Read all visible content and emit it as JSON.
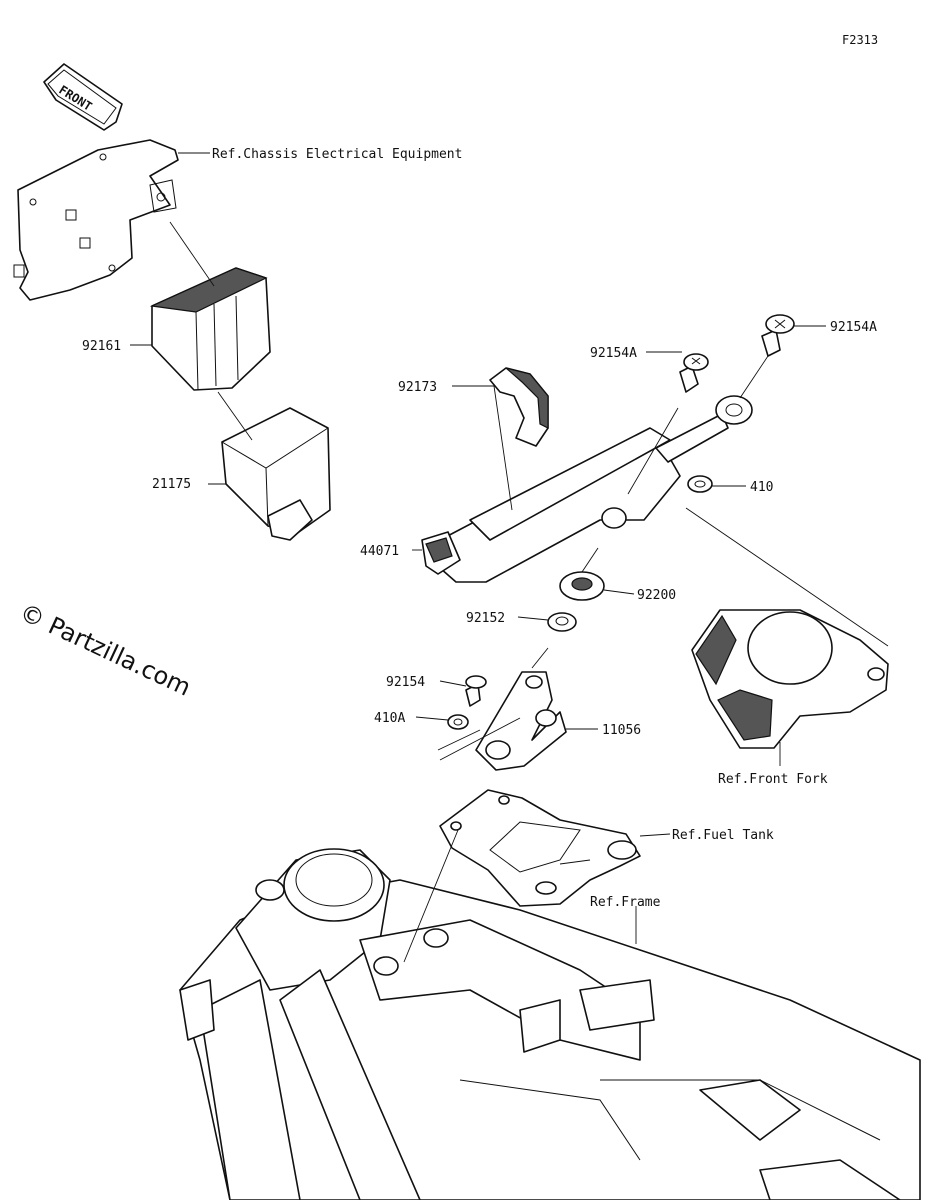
{
  "figure_id": "F2313",
  "front_arrow": {
    "text": "FRONT"
  },
  "watermark": "© Partzilla.com",
  "parts": [
    {
      "key": "p92161",
      "number": "92161"
    },
    {
      "key": "p21175",
      "number": "21175"
    },
    {
      "key": "p92173",
      "number": "92173"
    },
    {
      "key": "p44071",
      "number": "44071"
    },
    {
      "key": "p92154A1",
      "number": "92154A"
    },
    {
      "key": "p92154A2",
      "number": "92154A"
    },
    {
      "key": "p410",
      "number": "410"
    },
    {
      "key": "p92200",
      "number": "92200"
    },
    {
      "key": "p92152",
      "number": "92152"
    },
    {
      "key": "p92154",
      "number": "92154"
    },
    {
      "key": "p410A",
      "number": "410A"
    },
    {
      "key": "p11056",
      "number": "11056"
    }
  ],
  "references": {
    "chassis": "Ref.Chassis Electrical Equipment",
    "front_fork": "Ref.Front Fork",
    "fuel_tank": "Ref.Fuel Tank",
    "frame": "Ref.Frame"
  }
}
